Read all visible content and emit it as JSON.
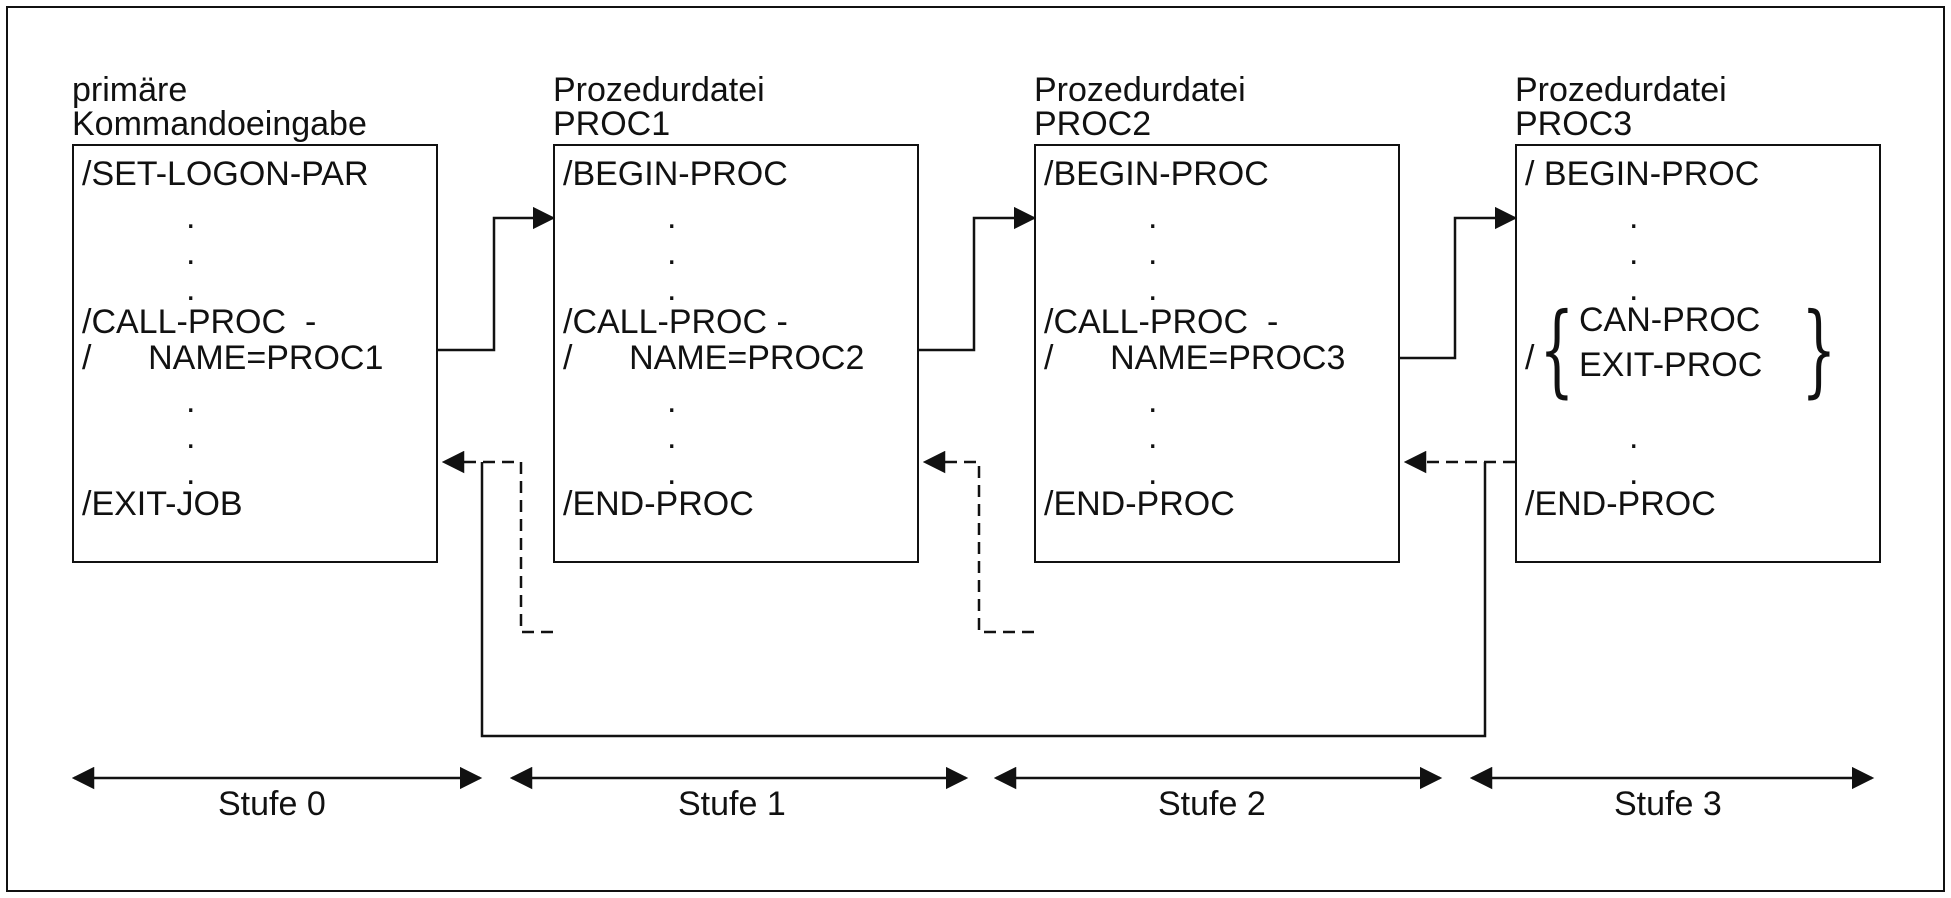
{
  "columns": [
    {
      "header": [
        "primäre",
        "Kommandoeingabe"
      ],
      "lines": {
        "first": "/SET-LOGON-PAR",
        "call1": "/CALL-PROC  -",
        "call2": "/      NAME=PROC1",
        "last": "/EXIT-JOB"
      },
      "level": "Stufe 0"
    },
    {
      "header": [
        "Prozedurdatei",
        "PROC1"
      ],
      "lines": {
        "first": "/BEGIN-PROC",
        "call1": "/CALL-PROC -",
        "call2": "/      NAME=PROC2",
        "last": "/END-PROC"
      },
      "level": "Stufe 1"
    },
    {
      "header": [
        "Prozedurdatei",
        "PROC2"
      ],
      "lines": {
        "first": "/BEGIN-PROC",
        "call1": "/CALL-PROC  -",
        "call2": "/      NAME=PROC3",
        "last": "/END-PROC"
      },
      "level": "Stufe 2"
    },
    {
      "header": [
        "Prozedurdatei",
        "PROC3"
      ],
      "lines": {
        "first": "/ BEGIN-PROC",
        "slash": "/",
        "option1": "CAN-PROC",
        "option2": "EXIT-PROC",
        "last": "/END-PROC"
      },
      "level": "Stufe 3"
    }
  ],
  "dot": "."
}
